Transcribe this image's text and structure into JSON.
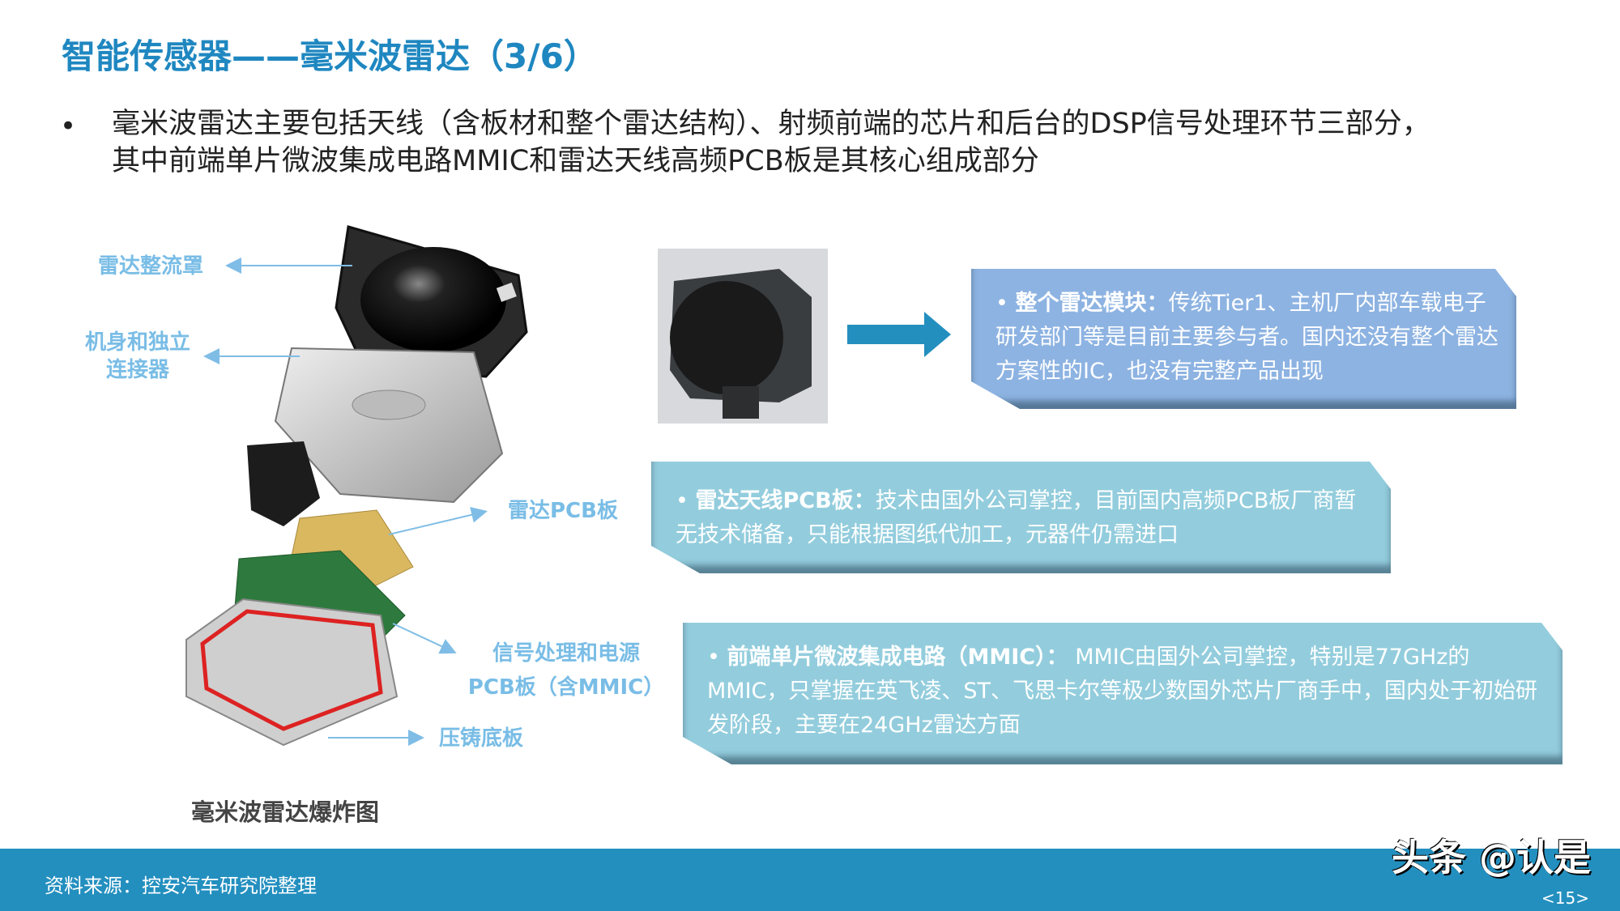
{
  "title": "智能传感器——毫米波雷达（3/6）",
  "intro": {
    "bullet": "•",
    "line1": "毫米波雷达主要包括天线（含板材和整个雷达结构）、射频前端的芯片和后台的DSP信号处理环节三部分，",
    "line2": "其中前端单片微波集成电路MMIC和雷达天线高频PCB板是其核心组成部分"
  },
  "diagram": {
    "labels": {
      "radome": "雷达整流罩",
      "body_line1": "机身和独立",
      "body_line2": "连接器",
      "pcb": "雷达PCB板",
      "signal_line1": "信号处理和电源",
      "signal_line2": "PCB板（含MMIC）",
      "base": "压铸底板"
    },
    "caption": "毫米波雷达爆炸图"
  },
  "boxes": [
    {
      "heading": "整个雷达模块：",
      "body": "传统Tier1、主机厂内部车载电子研发部门等是目前主要参与者。国内还没有整个雷达方案性的IC，也没有完整产品出现",
      "color": "#8db3e2"
    },
    {
      "heading": "雷达天线PCB板：",
      "body": "技术由国外公司掌控，目前国内高频PCB板厂商暂无技术储备，只能根据图纸代加工，元器件仍需进口",
      "color": "#93cddd"
    },
    {
      "heading": "前端单片微波集成电路（MMIC）：",
      "body": " MMIC由国外公司掌控，特别是77GHz的MMIC，只掌握在英飞凌、ST、飞思卡尔等极少数国外芯片厂商手中，国内处于初始研发阶段，主要在24GHz雷达方面",
      "color": "#93cddd"
    }
  ],
  "footer": {
    "source": "资料来源：控安汽车研究院整理",
    "watermark": "头条 @认是",
    "page": "<15>",
    "color": "#238fbf"
  },
  "accent": "#1f87c0"
}
